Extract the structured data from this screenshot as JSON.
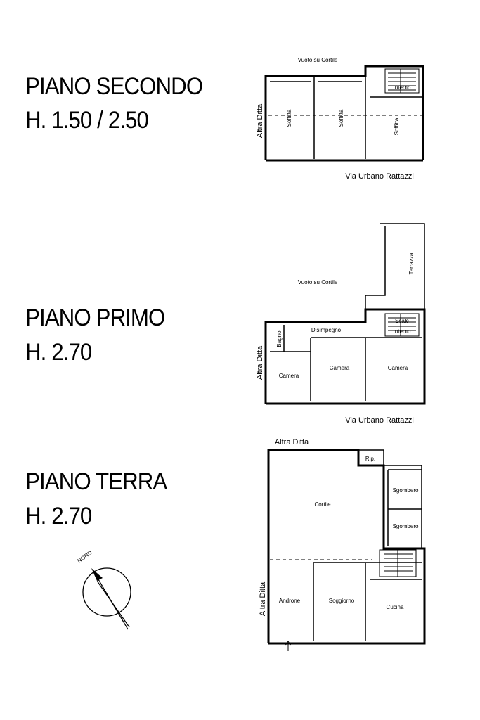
{
  "floors": {
    "second": {
      "name": "PIANO SECONDO",
      "height": "H. 1.50 / 2.50"
    },
    "first": {
      "name": "PIANO PRIMO",
      "height": "H. 2.70"
    },
    "ground": {
      "name": "PIANO TERRA",
      "height": "H. 2.70"
    }
  },
  "plan_second": {
    "void_label": "Vuoto su Cortile",
    "street_label": "Via Urbano Rattazzi",
    "neighbor_label": "Altra Ditta",
    "rooms": [
      "Soffitta",
      "Soffitta",
      "Soffitta"
    ],
    "stair_label": "Interno"
  },
  "plan_first": {
    "void_label": "Vuoto su Cortile",
    "terrace_label": "Terrazza",
    "street_label": "Via Urbano Rattazzi",
    "neighbor_label": "Altra Ditta",
    "bath_label": "Bagno",
    "hall_label": "Disimpegno",
    "stair_labels": [
      "Scale",
      "Interno"
    ],
    "rooms": [
      "Camera",
      "Camera",
      "Camera"
    ]
  },
  "plan_ground": {
    "neighbor_top_label": "Altra Ditta",
    "neighbor_side_label": "Altra Ditta",
    "storage_label": "Rip.",
    "courtyard_label": "Cortile",
    "junk_rooms": [
      "Sgombero",
      "Sgombero"
    ],
    "rooms": [
      "Androne",
      "Soggiorno",
      "Cucina"
    ]
  },
  "compass": {
    "label": "NORD"
  }
}
